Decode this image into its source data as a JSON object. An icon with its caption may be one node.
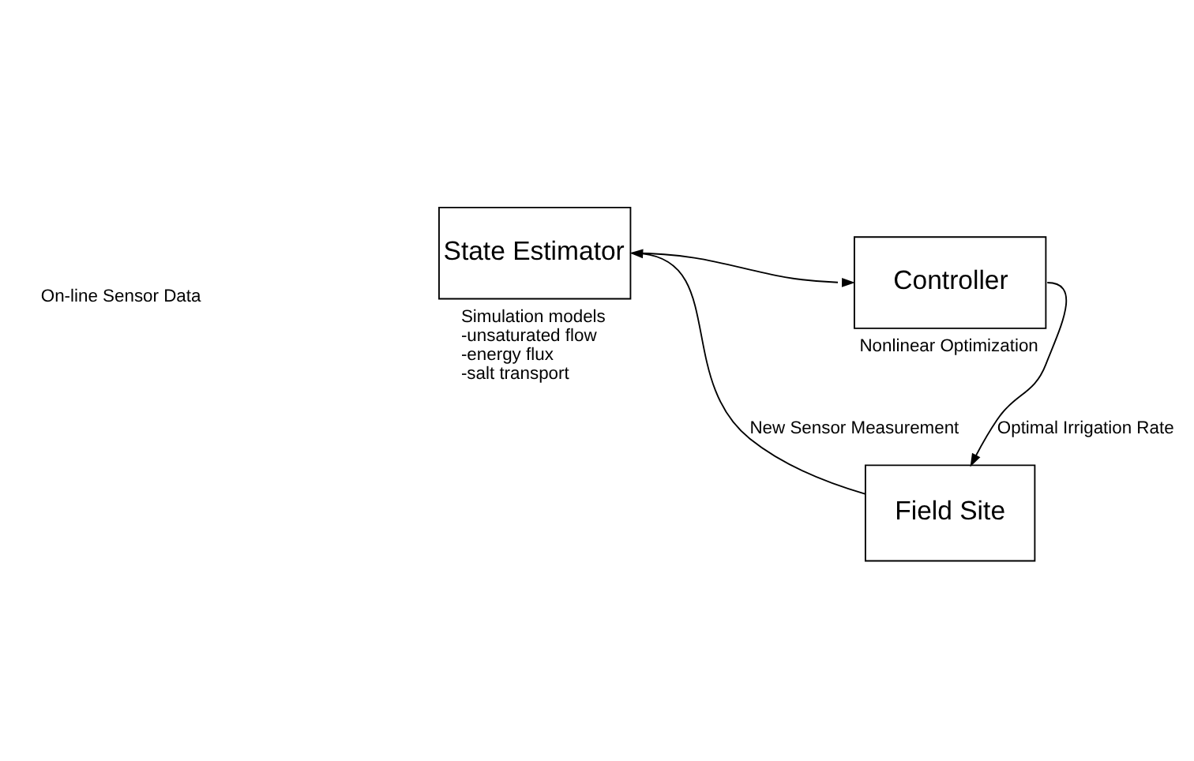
{
  "diagram": {
    "nodes": [
      {
        "text": [
          "State Estimator"
        ],
        "beside": [
          "Simulation models",
          "-unsaturated flow",
          "-energy flux",
          "-salt transport"
        ]
      },
      {
        "text": [
          "Controller"
        ],
        "beside": [
          "Nonlinear Optimization"
        ]
      },
      {
        "text": [
          "Field Site"
        ]
      }
    ],
    "edges": [
      {
        "from": 0,
        "to": 1,
        "arrow": "to"
      },
      {
        "from": 1,
        "to": 2,
        "arrow": "to",
        "label": "Optimal Irrigation Rate"
      },
      {
        "from": 2,
        "to": 0,
        "arrow": "to",
        "label": "New Sensor Measurement"
      }
    ],
    "labels": [
      "On-line Sensor Data"
    ]
  }
}
